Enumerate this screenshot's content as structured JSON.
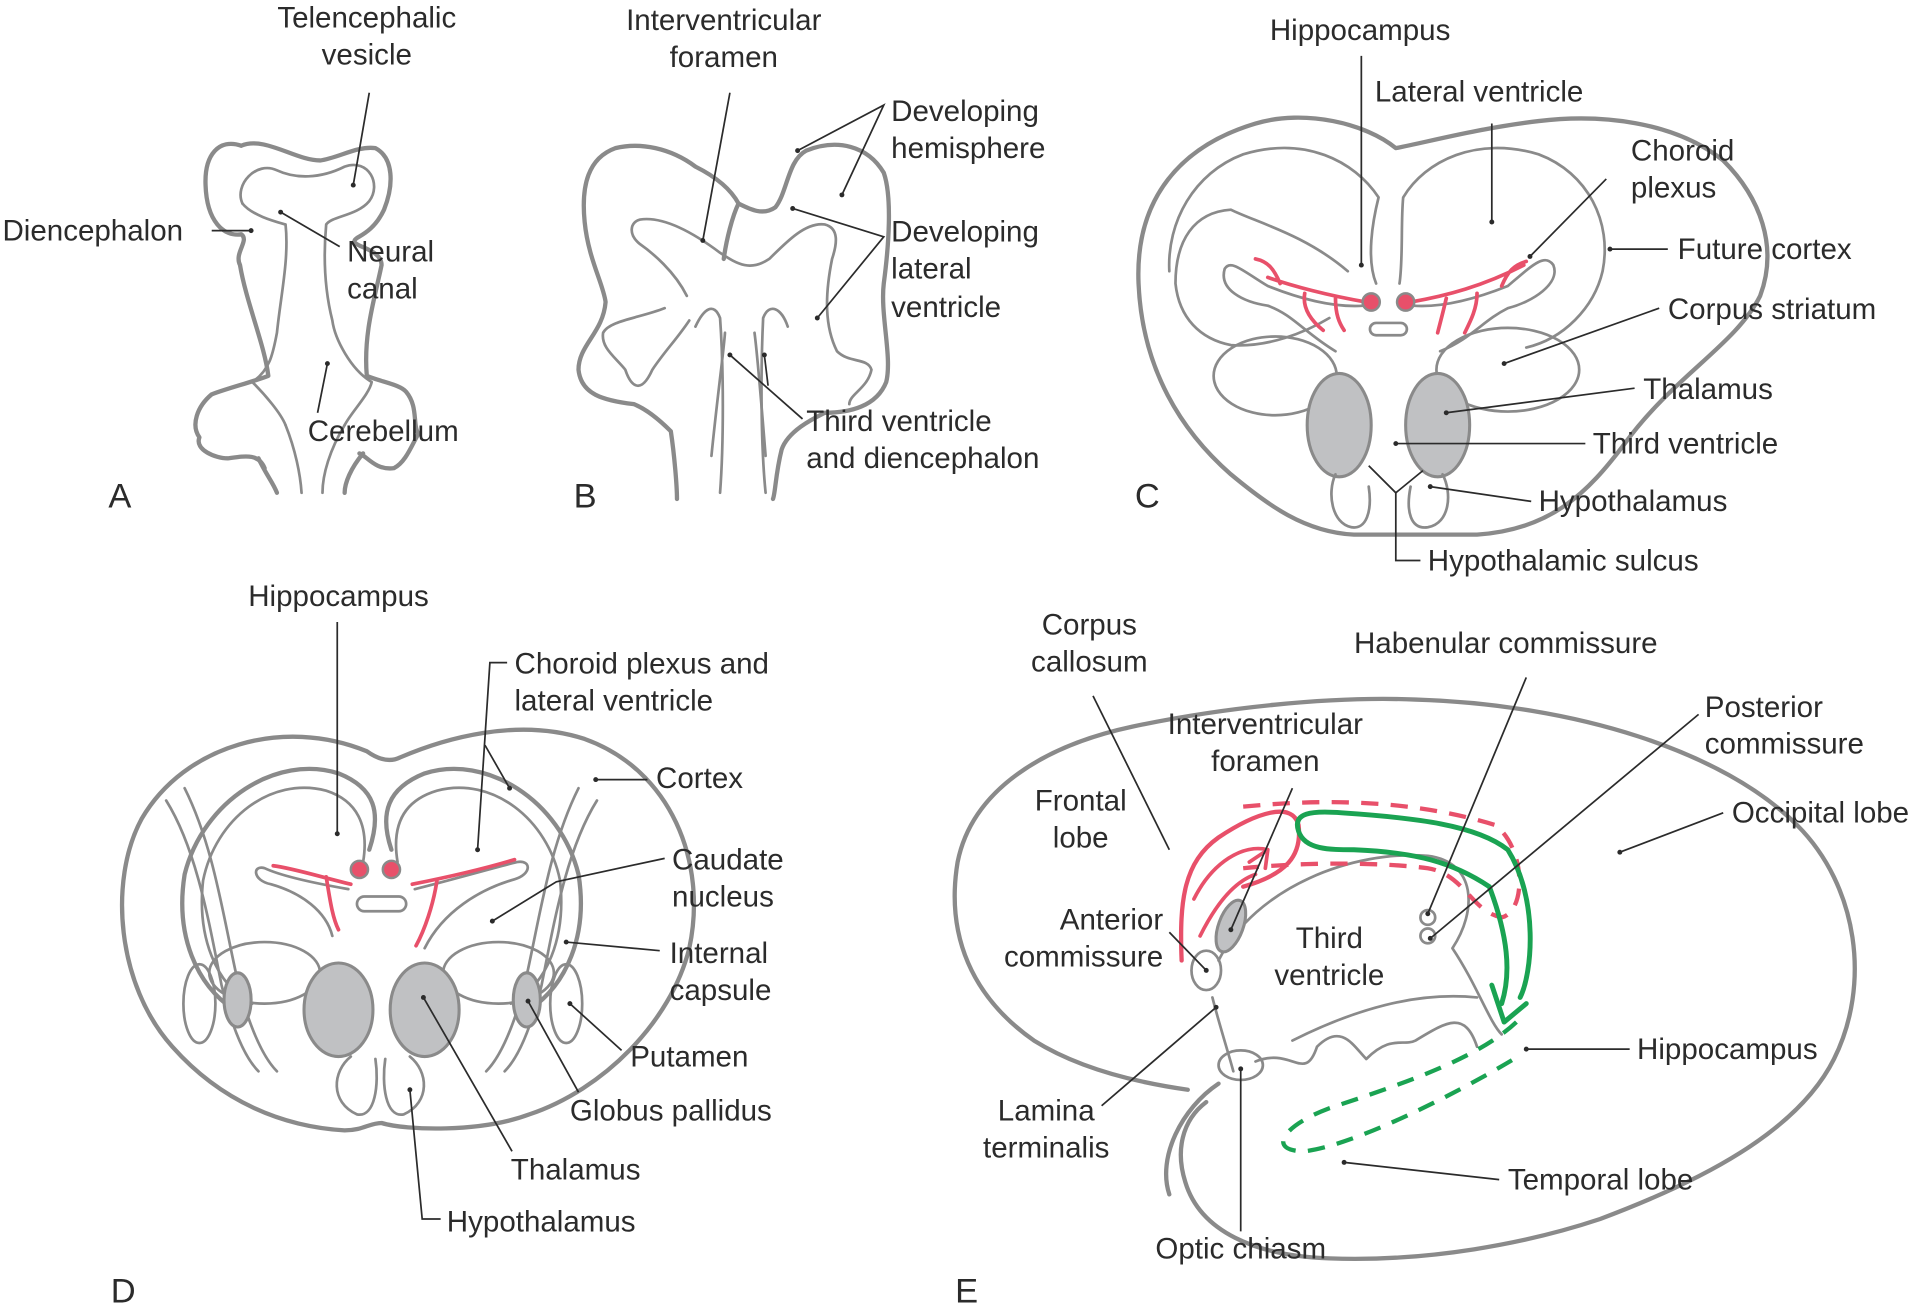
{
  "figure": {
    "colors": {
      "outline": "#8a8a8a",
      "structure_fill": "#c0c1c3",
      "choroid_plexus": "#e8506a",
      "hippocampus_path": "#1aa352",
      "text": "#2b2b2b",
      "background": "#ffffff"
    },
    "panels": {
      "A": {
        "letter": "A",
        "labels": {
          "telencephalic_vesicle_1": "Telencephalic",
          "telencephalic_vesicle_2": "vesicle",
          "diencephalon": "Diencephalon",
          "neural_canal_1": "Neural",
          "neural_canal_2": "canal",
          "cerebellum": "Cerebellum"
        }
      },
      "B": {
        "letter": "B",
        "labels": {
          "interventricular_foramen_1": "Interventricular",
          "interventricular_foramen_2": "foramen",
          "developing_hemisphere_1": "Developing",
          "developing_hemisphere_2": "hemisphere",
          "developing_lateral_ventricle_1": "Developing",
          "developing_lateral_ventricle_2": "lateral",
          "developing_lateral_ventricle_3": "ventricle",
          "third_ventricle_1": "Third ventricle",
          "third_ventricle_2": "and diencephalon"
        }
      },
      "C": {
        "letter": "C",
        "labels": {
          "hippocampus": "Hippocampus",
          "lateral_ventricle": "Lateral ventricle",
          "choroid_plexus_1": "Choroid",
          "choroid_plexus_2": "plexus",
          "future_cortex": "Future cortex",
          "corpus_striatum": "Corpus striatum",
          "thalamus": "Thalamus",
          "third_ventricle": "Third ventricle",
          "hypothalamus": "Hypothalamus",
          "hypothalamic_sulcus": "Hypothalamic sulcus"
        }
      },
      "D": {
        "letter": "D",
        "labels": {
          "hippocampus": "Hippocampus",
          "choroid_plexus_1": "Choroid plexus and",
          "choroid_plexus_2": "lateral ventricle",
          "cortex": "Cortex",
          "caudate_nucleus_1": "Caudate",
          "caudate_nucleus_2": "nucleus",
          "internal_capsule_1": "Internal",
          "internal_capsule_2": "capsule",
          "putamen": "Putamen",
          "globus_pallidus": "Globus pallidus",
          "thalamus": "Thalamus",
          "hypothalamus": "Hypothalamus"
        }
      },
      "E": {
        "letter": "E",
        "labels": {
          "corpus_callosum_1": "Corpus",
          "corpus_callosum_2": "callosum",
          "habenular_commissure": "Habenular commissure",
          "interventricular_foramen_1": "Interventricular",
          "interventricular_foramen_2": "foramen",
          "posterior_commissure_1": "Posterior",
          "posterior_commissure_2": "commissure",
          "frontal_lobe_1": "Frontal",
          "frontal_lobe_2": "lobe",
          "occipital_lobe": "Occipital lobe",
          "anterior_commissure_1": "Anterior",
          "anterior_commissure_2": "commissure",
          "third_ventricle_1": "Third",
          "third_ventricle_2": "ventricle",
          "hippocampus": "Hippocampus",
          "lamina_terminalis_1": "Lamina",
          "lamina_terminalis_2": "terminalis",
          "temporal_lobe": "Temporal lobe",
          "optic_chiasm": "Optic chiasm"
        }
      }
    }
  }
}
